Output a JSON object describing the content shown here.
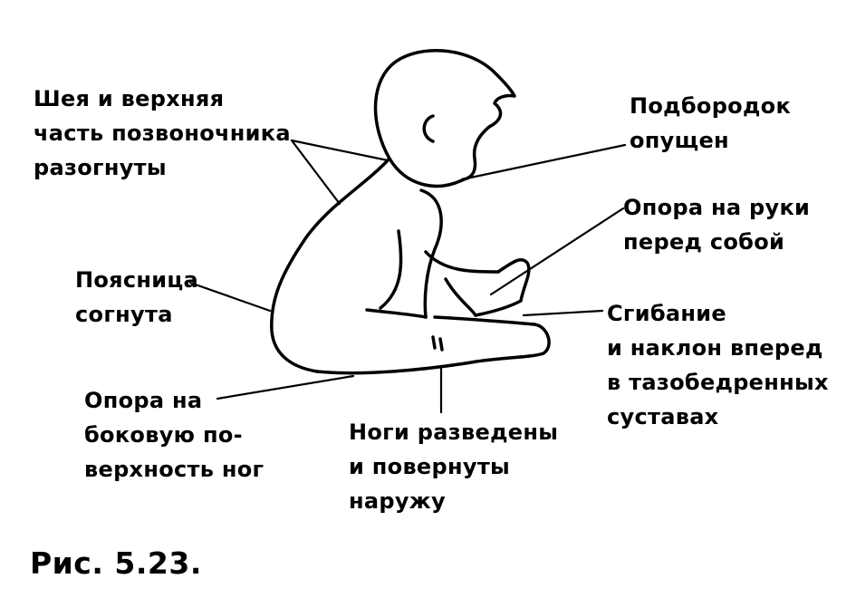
{
  "labels": {
    "neck_spine": [
      "Шея и верхняя",
      "часть позвоночника",
      "разогнуты"
    ],
    "chin": [
      "Подбородок",
      "опущен"
    ],
    "arms": [
      "Опора на руки",
      "перед собой"
    ],
    "lower_back": [
      "Поясница",
      "согнута"
    ],
    "hip": [
      "Сгибание",
      "и наклон вперед",
      "в тазобедренных",
      "суставах"
    ],
    "legs_side": [
      "Опора на",
      "боковую по-",
      "верхность ног"
    ],
    "legs_apart": [
      "Ноги разведены",
      "и повернуты",
      "наружу"
    ]
  },
  "caption": "Рис. 5.23."
}
